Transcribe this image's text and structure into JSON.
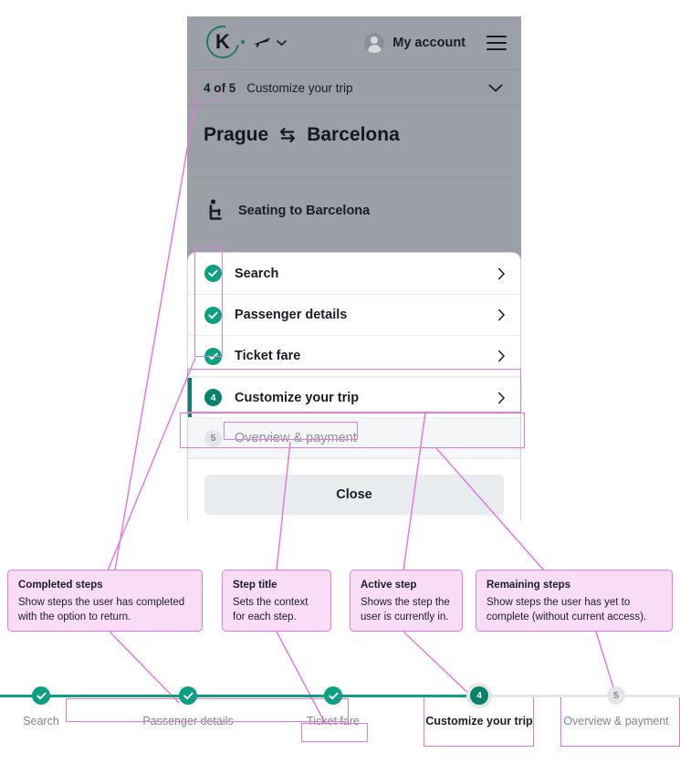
{
  "app": {
    "header": {
      "logo_letter": "K",
      "logo_icon": "kiwi-logo-icon",
      "plane_icon": "plane-icon",
      "plane_chevron_icon": "chevron-down-icon",
      "avatar_icon": "avatar-icon",
      "account_label": "My account",
      "menu_icon": "hamburger-menu-icon"
    },
    "step_bar": {
      "counter": "4 of 5",
      "counter_current": "4",
      "title": "Customize your trip",
      "chevron_icon": "chevron-down-icon"
    },
    "route": {
      "origin": "Prague",
      "swap_icon": "arrows-swap-icon",
      "destination": "Barcelona"
    },
    "seating": {
      "icon": "seat-icon",
      "label": "Seating to Barcelona"
    }
  },
  "sheet": {
    "steps": [
      {
        "index": "1",
        "label": "Search",
        "state": "completed",
        "marker": "check-icon",
        "arrow": "chevron-right-icon"
      },
      {
        "index": "2",
        "label": "Passenger details",
        "state": "completed",
        "marker": "check-icon",
        "arrow": "chevron-right-icon"
      },
      {
        "index": "3",
        "label": "Ticket fare",
        "state": "completed",
        "marker": "check-icon",
        "arrow": "chevron-right-icon"
      },
      {
        "index": "4",
        "label": "Customize your trip",
        "state": "active",
        "marker": "4",
        "arrow": "chevron-right-icon"
      },
      {
        "index": "5",
        "label": "Overview & payment",
        "state": "remaining",
        "marker": "5",
        "arrow": ""
      }
    ],
    "close_label": "Close"
  },
  "annotations": [
    {
      "id": "completed-steps",
      "title": "Completed steps",
      "body": "Show steps the user has completed with the option to return."
    },
    {
      "id": "step-title",
      "title": "Step title",
      "body": "Sets the context for each step."
    },
    {
      "id": "active-step",
      "title": "Active step",
      "body": "Shows the step the user is currently in."
    },
    {
      "id": "remaining-steps",
      "title": "Remaining steps",
      "body": "Show steps the user has yet to complete (without current access)."
    }
  ],
  "stepper": {
    "nodes": [
      {
        "label": "Search",
        "state": "completed",
        "marker": "check-icon"
      },
      {
        "label": "Passenger details",
        "state": "completed",
        "marker": "check-icon"
      },
      {
        "label": "Ticket fare",
        "state": "completed",
        "marker": "check-icon"
      },
      {
        "label": "Customize your trip",
        "state": "active",
        "marker": "4"
      },
      {
        "label": "Overview & payment",
        "state": "remaining",
        "marker": "5"
      }
    ]
  },
  "colors": {
    "accent_green": "#0aa181",
    "accent_green_dark": "#068268",
    "annotation_pink_fill": "#f9ddf7",
    "annotation_pink_stroke": "#e27ae0",
    "overlay_gray": "#9b9fa6",
    "muted_text": "#8b9097",
    "remaining_row_bg": "#f5f6f7",
    "close_button_bg": "#e8ecef"
  }
}
